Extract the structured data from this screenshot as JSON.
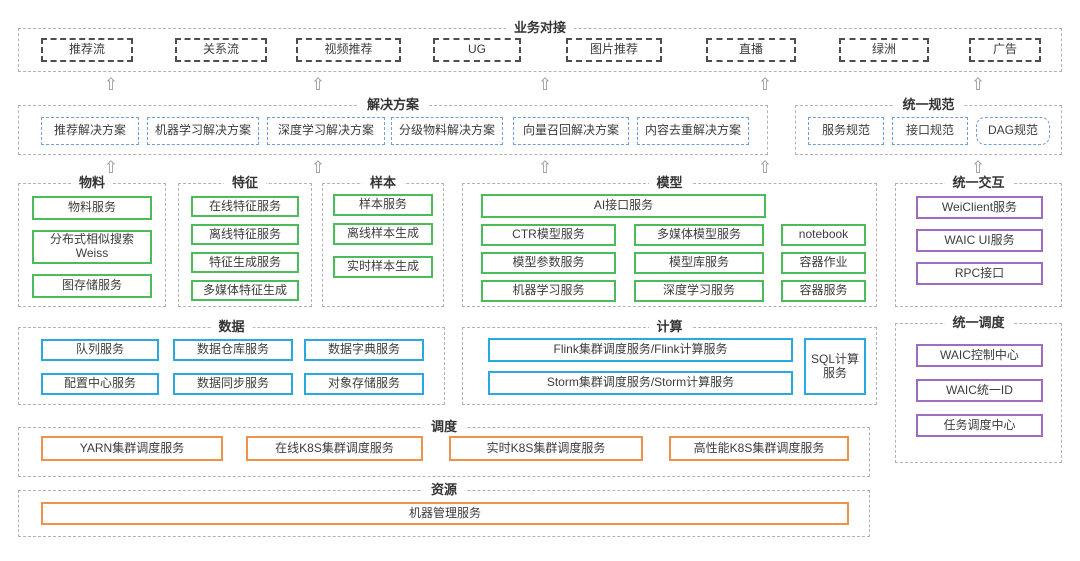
{
  "colors": {
    "group_border": "#b3b3b3",
    "business_border": "#4d4d4d",
    "solution_border": "#6f9fd8",
    "green": "#4cbb5c",
    "cyan": "#29a9e0",
    "purple": "#a06cc0",
    "orange": "#f0924c"
  },
  "icons": {
    "up_arrow": "⇧"
  },
  "bands": {
    "business": {
      "title": "业务对接",
      "items": [
        "推荐流",
        "关系流",
        "视频推荐",
        "UG",
        "图片推荐",
        "直播",
        "绿洲",
        "广告"
      ]
    },
    "solutions": {
      "title": "解决方案",
      "items": [
        "推荐解决方案",
        "机器学习解决方案",
        "深度学习解决方案",
        "分级物料解决方案",
        "向量召回解决方案",
        "内容去重解决方案"
      ]
    },
    "standards": {
      "title": "统一规范",
      "items": [
        "服务规范",
        "接口规范",
        "DAG规范"
      ]
    },
    "materials": {
      "title": "物料",
      "items": [
        "物料服务",
        "分布式相似搜索Weiss",
        "图存储服务"
      ]
    },
    "features": {
      "title": "特征",
      "items": [
        "在线特征服务",
        "离线特征服务",
        "特征生成服务",
        "多媒体特征生成"
      ]
    },
    "samples": {
      "title": "样本",
      "items": [
        "样本服务",
        "离线样本生成",
        "实时样本生成"
      ]
    },
    "models": {
      "title": "模型",
      "wide": "AI接口服务",
      "grid": [
        [
          "CTR模型服务",
          "多媒体模型服务",
          "notebook"
        ],
        [
          "模型参数服务",
          "模型库服务",
          "容器作业"
        ],
        [
          "机器学习服务",
          "深度学习服务",
          "容器服务"
        ]
      ]
    },
    "interaction": {
      "title": "统一交互",
      "items": [
        "WeiClient服务",
        "WAIC UI服务",
        "RPC接口"
      ]
    },
    "data": {
      "title": "数据",
      "rows": [
        [
          "队列服务",
          "数据仓库服务",
          "数据字典服务"
        ],
        [
          "配置中心服务",
          "数据同步服务",
          "对象存储服务"
        ]
      ]
    },
    "compute": {
      "title": "计算",
      "items": [
        "Flink集群调度服务/Flink计算服务",
        "Storm集群调度服务/Storm计算服务"
      ],
      "side": "SQL计算服务"
    },
    "unified_scheduling": {
      "title": "统一调度",
      "items": [
        "WAIC控制中心",
        "WAIC统一ID",
        "任务调度中心"
      ]
    },
    "scheduling": {
      "title": "调度",
      "items": [
        "YARN集群调度服务",
        "在线K8S集群调度服务",
        "实时K8S集群调度服务",
        "高性能K8S集群调度服务"
      ]
    },
    "resources": {
      "title": "资源",
      "items": [
        "机器管理服务"
      ]
    }
  }
}
